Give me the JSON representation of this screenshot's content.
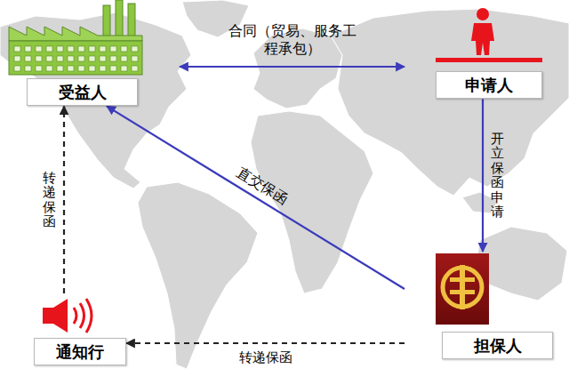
{
  "diagram": {
    "nodes": [
      {
        "text": [
          "受益人"
        ]
      },
      {
        "text": [
          "申请人"
        ]
      },
      {
        "text": [
          "担保人"
        ]
      },
      {
        "text": [
          "通知行"
        ]
      }
    ],
    "edges": [
      {
        "from": 0,
        "to": 1,
        "arrow": "both",
        "label": "合同（贸易、服务工程承包）"
      },
      {
        "from": 1,
        "to": 2,
        "arrow": "to",
        "label": "开立保函申请"
      },
      {
        "from": 2,
        "to": 0,
        "arrow": "to",
        "label": "直交保函"
      },
      {
        "from": 2,
        "to": 3,
        "arrow": "to",
        "label": "转递保函"
      },
      {
        "from": 3,
        "to": 0,
        "arrow": "to",
        "label": "转递保函"
      }
    ]
  }
}
